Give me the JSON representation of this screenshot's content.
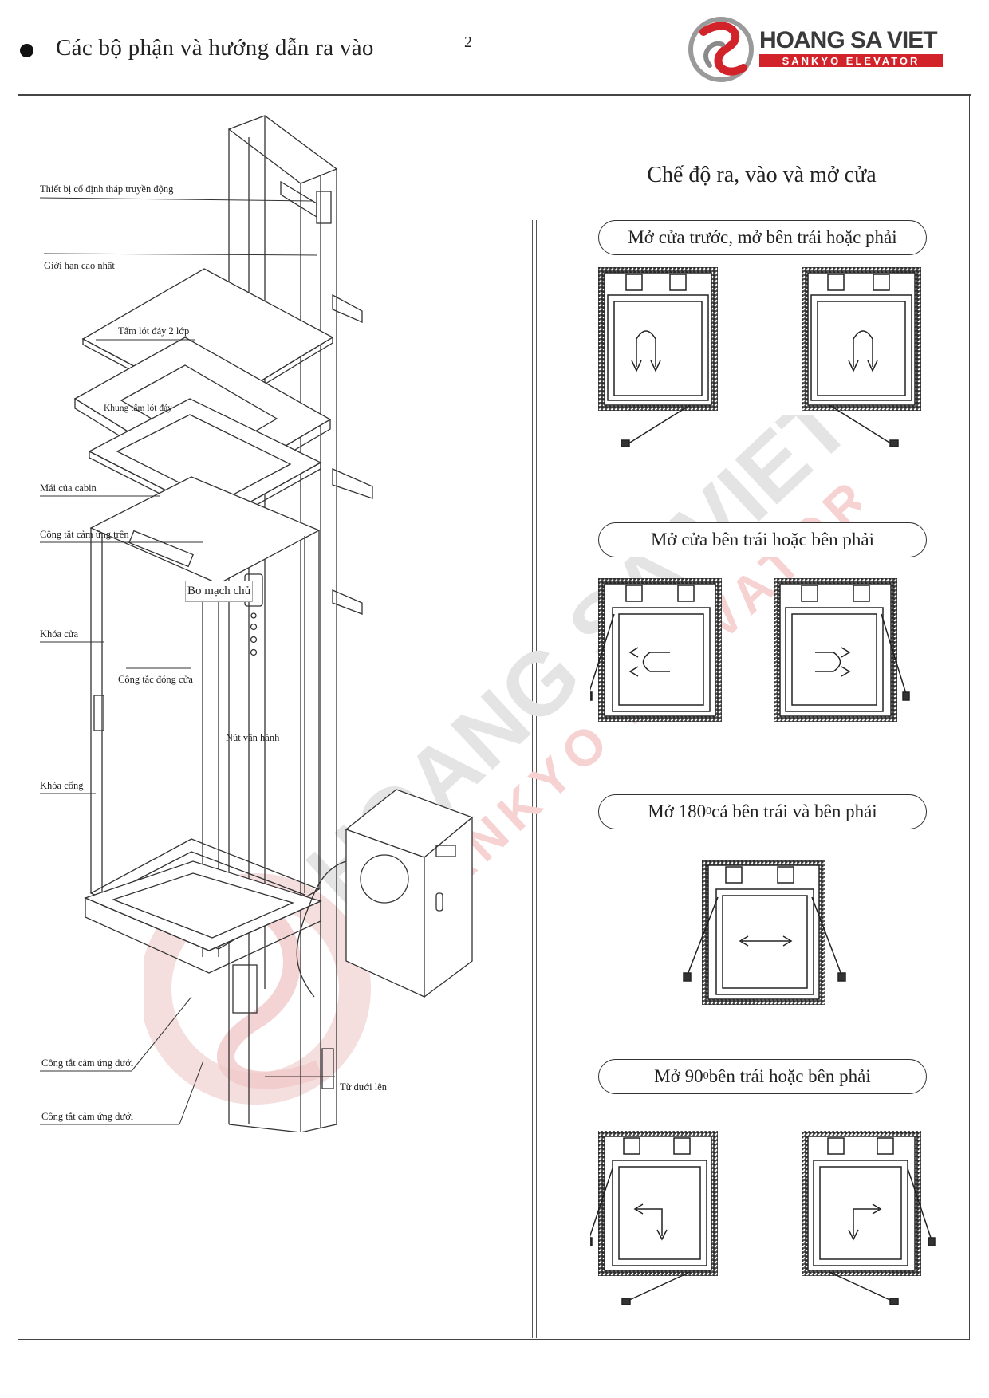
{
  "header": {
    "title": "Các bộ phận và hướng dẫn ra vào",
    "page_number": "2"
  },
  "logo": {
    "brand": "HOANG SA VIET",
    "tagline": "SANKYO ELEVATOR",
    "colors": {
      "red": "#d2232a",
      "gray": "#8a8a8a",
      "dark": "#3a3a3a"
    }
  },
  "components": {
    "labels": [
      "Thiết bị cố định tháp truyền động",
      "Giới hạn cao nhất",
      "Tấm lót đáy 2 lớp",
      "Khung tấm lót đáy",
      "Mái của cabin",
      "Công tắt cảm ứng trên",
      "Bo mạch chủ",
      "Khóa cửa",
      "Công tắc đóng cửa",
      "Nút vận hành",
      "Khóa cổng",
      "Công tắt cảm ứng dưới",
      "Công tắt cảm ứng dưới",
      "Từ dưới lên"
    ]
  },
  "modes": {
    "title": "Chế độ ra, vào và mở cửa",
    "items": [
      {
        "label": "Mở cửa trước, mở bên trái hoặc phải"
      },
      {
        "label": "Mở cửa bên trái hoặc bên phải"
      },
      {
        "label_pre": "Mở 180",
        "sup": "0",
        "label_post": " cả bên trái và bên phải"
      },
      {
        "label_pre": "Mở 90",
        "sup": "0",
        "label_post": " bên trái hoặc bên phải"
      }
    ]
  },
  "watermark": {
    "text1": "HOANG SA VIET",
    "text2": "SANKYO ELEVATOR"
  }
}
